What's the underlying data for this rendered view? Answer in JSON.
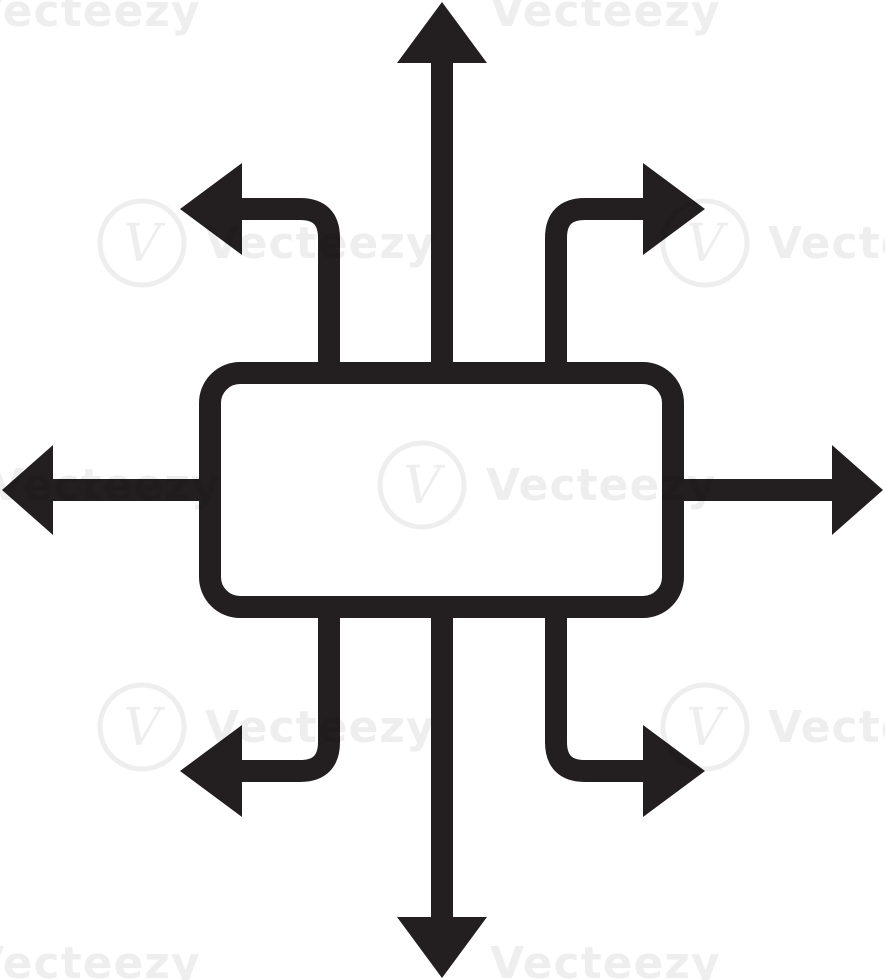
{
  "icon": {
    "name": "distribution-icon",
    "stroke_color": "#231f20",
    "background_color": "#ffffff"
  },
  "watermark": {
    "text": "Vecteezy",
    "logo_glyph": "V",
    "color": "#000000",
    "opacity": 0.07
  }
}
